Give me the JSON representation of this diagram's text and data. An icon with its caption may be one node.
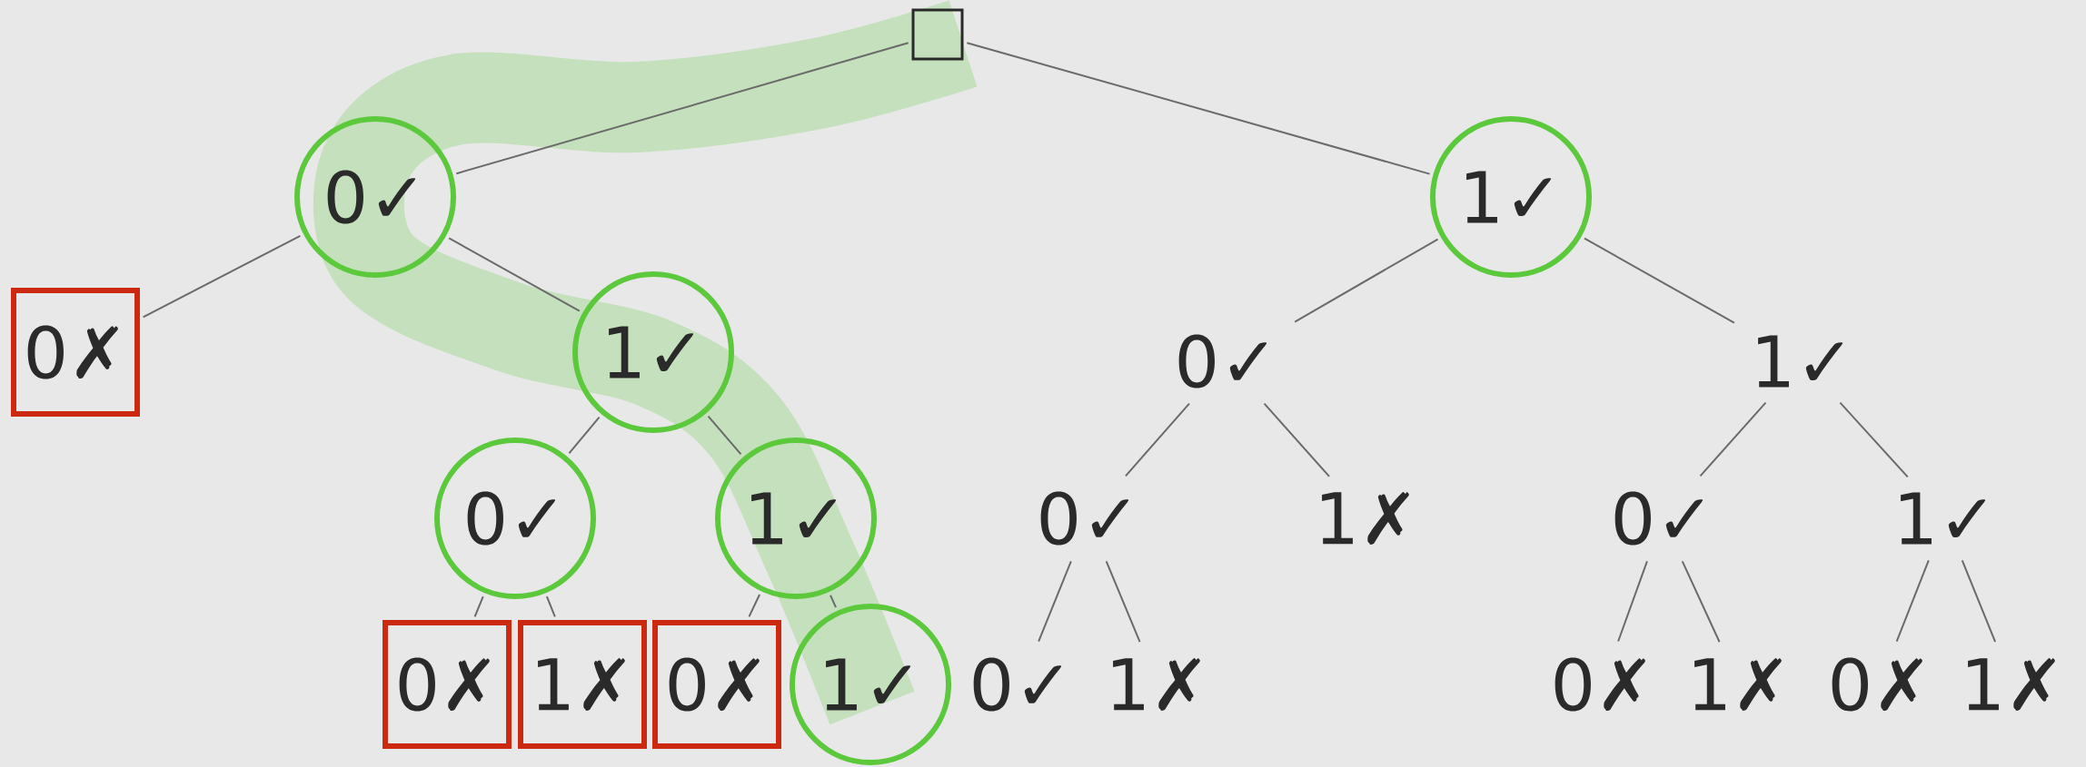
{
  "diagram": {
    "nodes": [
      {
        "text": [],
        "shape": "box"
      },
      {
        "text": [
          "0✓"
        ]
      },
      {
        "text": [
          "1✓"
        ]
      },
      {
        "text": [
          "0✗"
        ]
      },
      {
        "text": [
          "1✓"
        ]
      },
      {
        "text": [
          "0✓"
        ]
      },
      {
        "text": [
          "1✓"
        ]
      },
      {
        "text": [
          "0✓"
        ]
      },
      {
        "text": [
          "1✓"
        ]
      },
      {
        "text": [
          "0✓"
        ]
      },
      {
        "text": [
          "1✗"
        ]
      },
      {
        "text": [
          "0✓"
        ]
      },
      {
        "text": [
          "1✓"
        ]
      },
      {
        "text": [
          "0✗"
        ]
      },
      {
        "text": [
          "1✗"
        ]
      },
      {
        "text": [
          "0✗"
        ]
      },
      {
        "text": [
          "1✓"
        ]
      },
      {
        "text": [
          "0✓"
        ]
      },
      {
        "text": [
          "1✗"
        ]
      },
      {
        "text": [
          "0✗"
        ]
      },
      {
        "text": [
          "1✗"
        ]
      },
      {
        "text": [
          "0✗"
        ]
      },
      {
        "text": [
          "1✗"
        ]
      }
    ],
    "edges": [
      {
        "from": 0,
        "to": 1,
        "arrow": "none"
      },
      {
        "from": 0,
        "to": 2,
        "arrow": "none"
      },
      {
        "from": 1,
        "to": 3,
        "arrow": "none"
      },
      {
        "from": 1,
        "to": 4,
        "arrow": "none"
      },
      {
        "from": 2,
        "to": 5,
        "arrow": "none"
      },
      {
        "from": 2,
        "to": 6,
        "arrow": "none"
      },
      {
        "from": 4,
        "to": 7,
        "arrow": "none"
      },
      {
        "from": 4,
        "to": 8,
        "arrow": "none"
      },
      {
        "from": 5,
        "to": 9,
        "arrow": "none"
      },
      {
        "from": 5,
        "to": 10,
        "arrow": "none"
      },
      {
        "from": 6,
        "to": 11,
        "arrow": "none"
      },
      {
        "from": 6,
        "to": 12,
        "arrow": "none"
      },
      {
        "from": 7,
        "to": 13,
        "arrow": "none"
      },
      {
        "from": 7,
        "to": 14,
        "arrow": "none"
      },
      {
        "from": 8,
        "to": 15,
        "arrow": "none"
      },
      {
        "from": 8,
        "to": 16,
        "arrow": "none"
      },
      {
        "from": 9,
        "to": 17,
        "arrow": "none"
      },
      {
        "from": 9,
        "to": 18,
        "arrow": "none"
      },
      {
        "from": 11,
        "to": 19,
        "arrow": "none"
      },
      {
        "from": 11,
        "to": 20,
        "arrow": "none"
      },
      {
        "from": 12,
        "to": 21,
        "arrow": "none"
      },
      {
        "from": 12,
        "to": 22,
        "arrow": "none"
      }
    ]
  }
}
